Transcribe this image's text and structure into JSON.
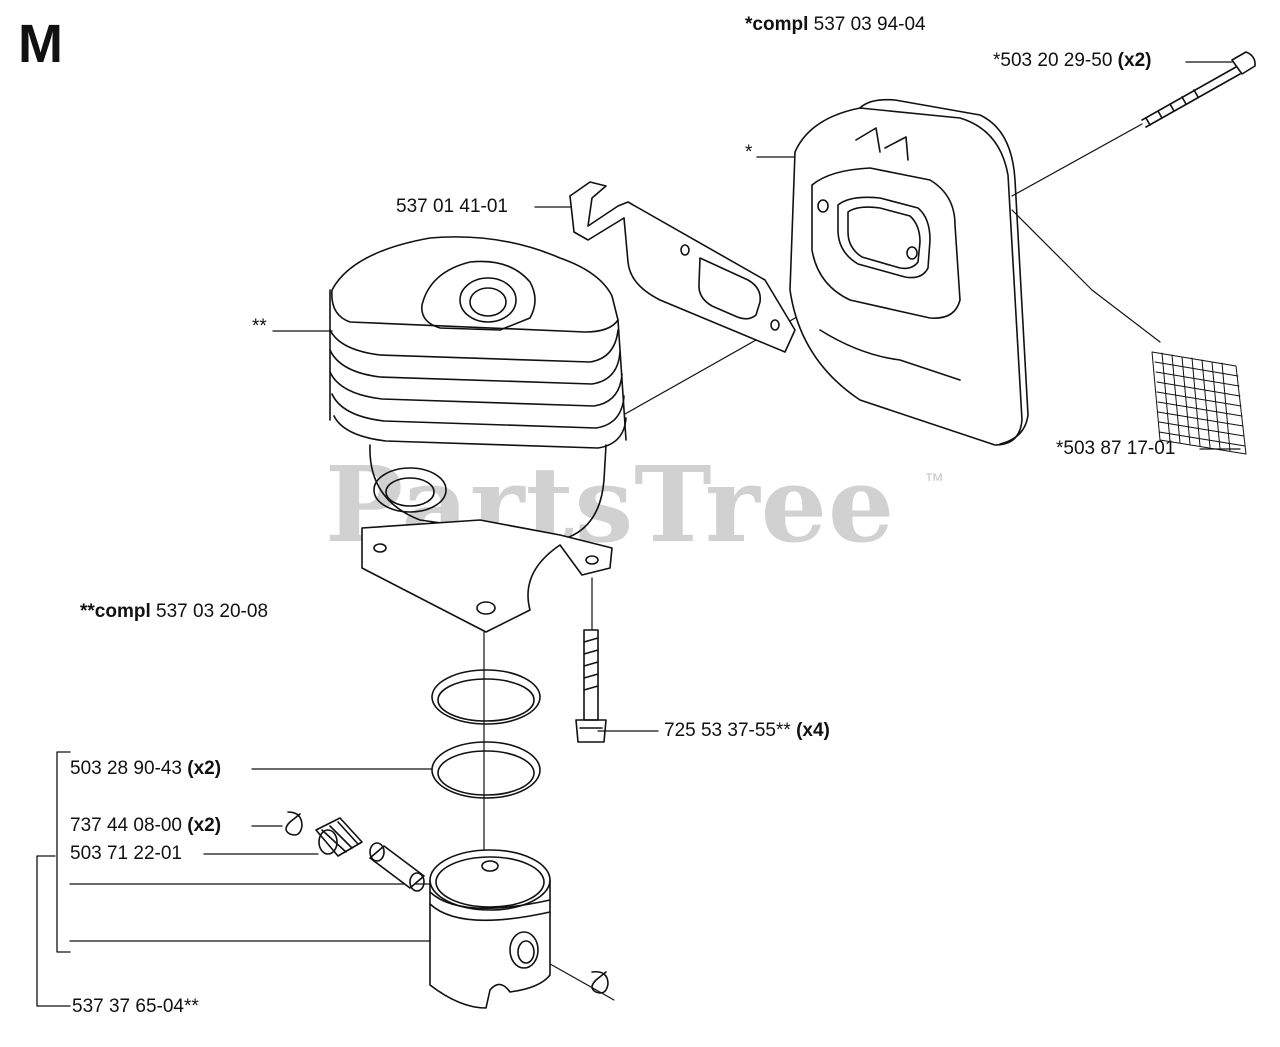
{
  "section": "M",
  "watermark": {
    "text": "PartsTree",
    "tm": "™"
  },
  "labels": {
    "muffler_compl_bold": "*compl",
    "muffler_compl_num": "537 03 94-04",
    "bolt_num": "*503 20 29-50",
    "bolt_qty": "(x2)",
    "muffler_star": "*",
    "gasket_num": "537 01 41-01",
    "cylinder_star": "**",
    "screen_num": "*503 87 17-01",
    "cyl_compl_bold": "**compl",
    "cyl_compl_num": "537 03 20-08",
    "screw_num": "725 53 37-55**",
    "screw_qty": "(x4)",
    "ring_num": "503 28 90-43",
    "ring_qty": "(x2)",
    "circlip_num": "737 44 08-00",
    "circlip_qty": "(x2)",
    "bearing_num": "503 71 22-01",
    "piston_num": "537 37 65-04**"
  }
}
